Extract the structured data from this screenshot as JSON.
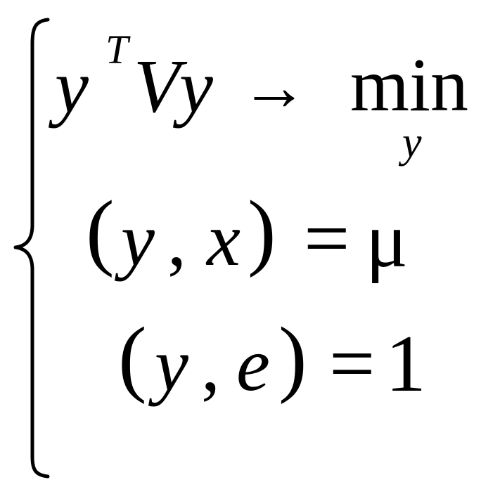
{
  "system": {
    "line1": {
      "y": "y",
      "superscript": "T",
      "V": "V",
      "y2": "y",
      "arrow": "→",
      "op": "min",
      "op_sub": "y"
    },
    "line2": {
      "lparen": "(",
      "y": "y",
      "comma": ",",
      "x": "x",
      "rparen": ")",
      "eq": "=",
      "rhs": "μ"
    },
    "line3": {
      "lparen": "(",
      "y": "y",
      "comma": ",",
      "e": "e",
      "rparen": ")",
      "eq": "=",
      "rhs": "1"
    }
  }
}
